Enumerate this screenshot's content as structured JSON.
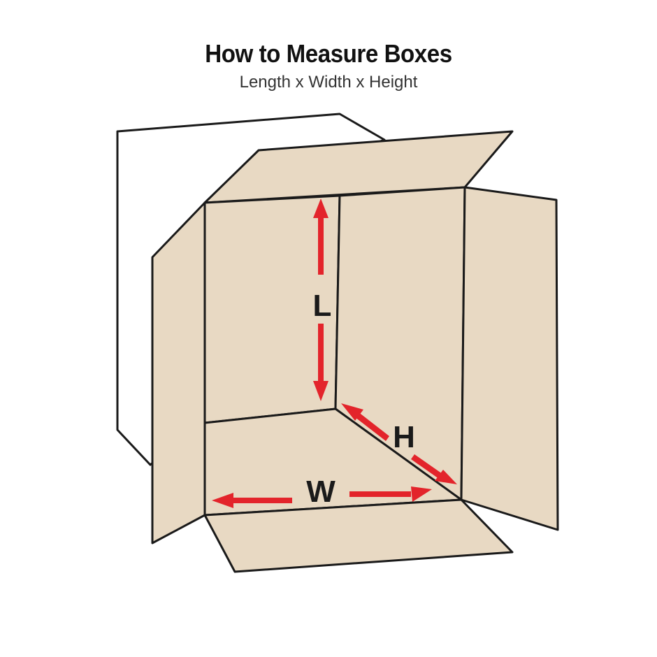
{
  "title": "How to Measure Boxes",
  "subtitle": "Length x Width x Height",
  "labels": {
    "length": "L",
    "width": "W",
    "height": "H"
  },
  "colors": {
    "cardboard": "#e8d9c3",
    "arrow": "#e3242b",
    "outline": "#1a1a1a",
    "back": "#ffffff"
  }
}
